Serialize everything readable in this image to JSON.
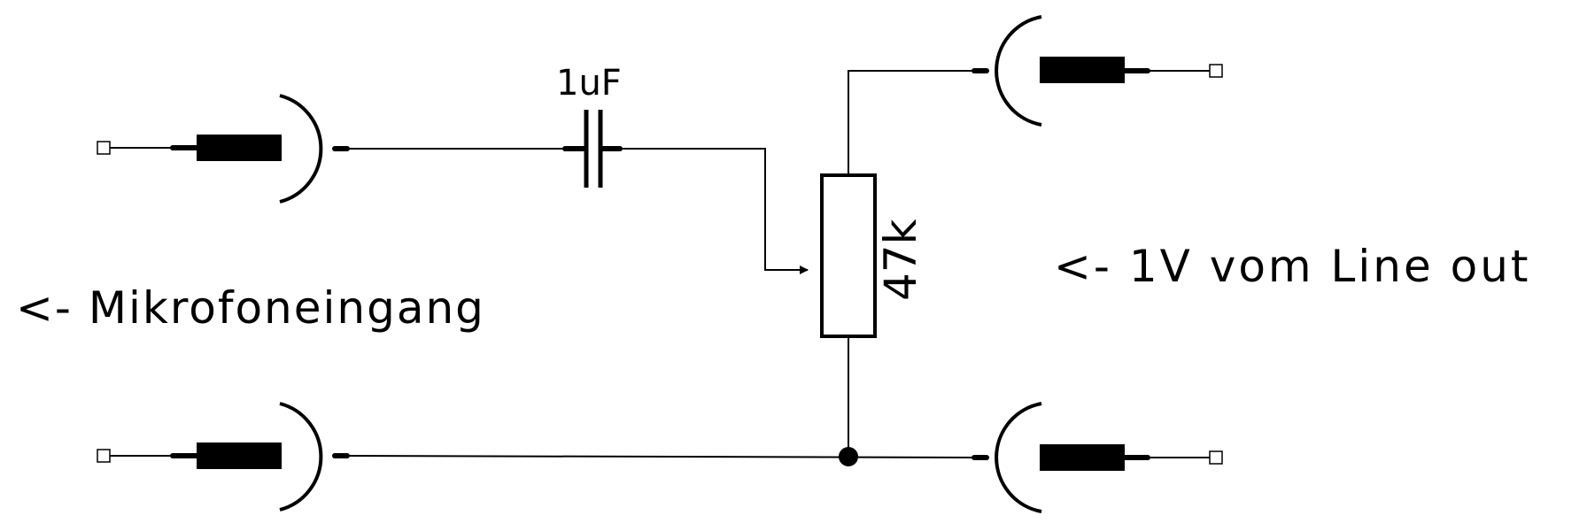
{
  "diagram": {
    "title": "",
    "labels": {
      "capacitor": "1uF",
      "potentiometer": "47k",
      "mic_input": "<- Mikrofoneingang",
      "line_out": "<- 1V vom Line out"
    },
    "components": [
      {
        "id": "C1",
        "type": "capacitor",
        "value": "1uF"
      },
      {
        "id": "R1",
        "type": "potentiometer",
        "value": "47k"
      },
      {
        "id": "J1",
        "type": "audio-jack",
        "group": "Mikrofoneingang",
        "pin": "signal"
      },
      {
        "id": "J2",
        "type": "audio-jack",
        "group": "Mikrofoneingang",
        "pin": "ground"
      },
      {
        "id": "J3",
        "type": "audio-jack",
        "group": "Line out",
        "pin": "signal"
      },
      {
        "id": "J4",
        "type": "audio-jack",
        "group": "Line out",
        "pin": "ground"
      }
    ],
    "connections": [
      [
        "J1",
        "C1"
      ],
      [
        "C1",
        "R1.wiper"
      ],
      [
        "R1.top",
        "J3"
      ],
      [
        "R1.bottom",
        "J4"
      ],
      [
        "J2",
        "J4"
      ]
    ]
  }
}
